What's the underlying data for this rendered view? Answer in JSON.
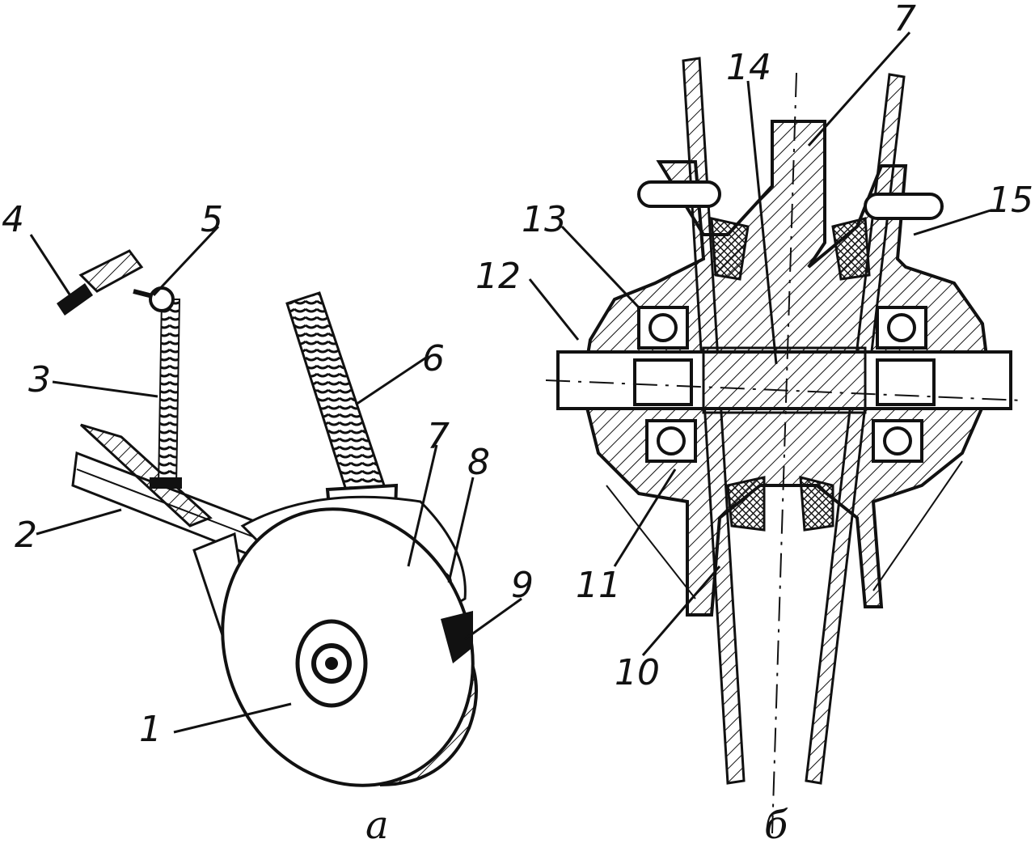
{
  "figure": {
    "subfigures": [
      {
        "caption": "а"
      },
      {
        "caption": "б"
      }
    ],
    "callouts_a": [
      "1",
      "2",
      "3",
      "4",
      "5",
      "6",
      "7",
      "8",
      "9"
    ],
    "callouts_b": [
      "7",
      "10",
      "11",
      "12",
      "13",
      "14",
      "15"
    ]
  },
  "colors": {
    "ink": "#111111",
    "paper": "#ffffff"
  }
}
